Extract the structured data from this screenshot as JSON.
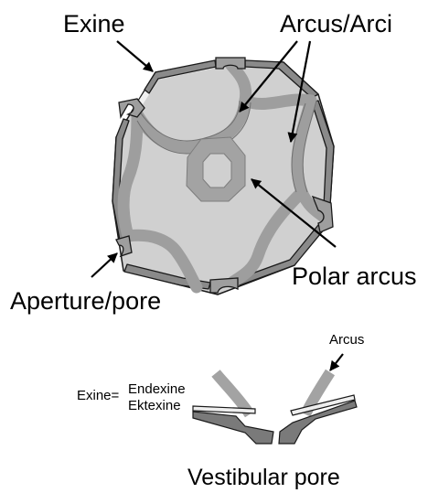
{
  "labels": {
    "exine": "Exine",
    "arcus_arci": "Arcus/Arci",
    "polar_arcus": "Polar arcus",
    "aperture_pore": "Aperture/pore",
    "arcus": "Arcus",
    "exine_eq": "Exine=",
    "endexine": "Endexine",
    "ektexine": "Ektexine",
    "vestibular_pore": "Vestibular pore"
  },
  "colors": {
    "grain_fill": "#d0d0d0",
    "arcus": "#9e9e9e",
    "exine_dark": "#7a7a7a",
    "endexine_light": "#e8e8e8",
    "outline": "#1a1a1a",
    "highlight": "#eeeeee",
    "text": "#000000"
  }
}
